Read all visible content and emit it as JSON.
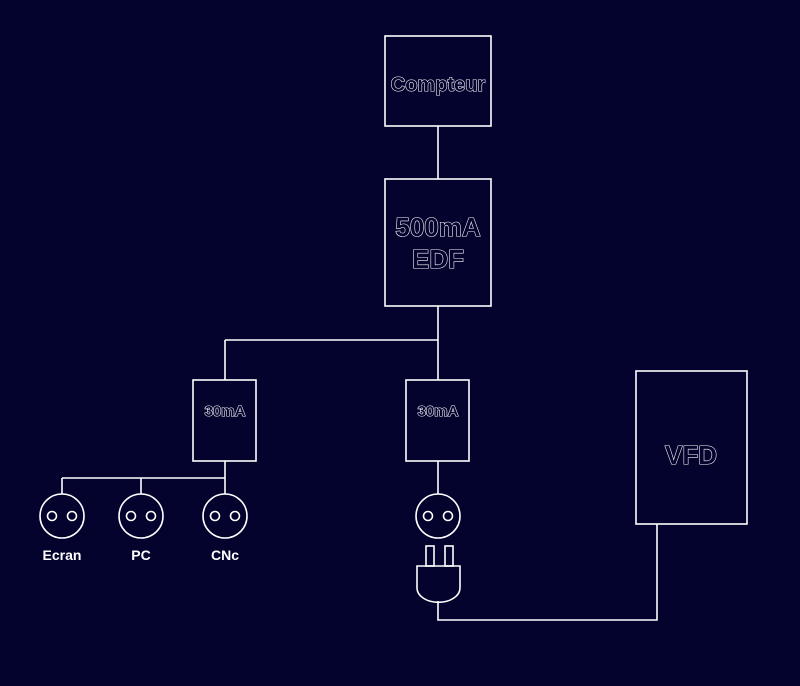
{
  "colors": {
    "background": "#03032e",
    "line": "#ffffff"
  },
  "boxes": {
    "compteur": {
      "label": "Compteur"
    },
    "main_breaker": {
      "line1": "500mA",
      "line2": "EDF"
    },
    "rcd_left": {
      "label": "30mA"
    },
    "rcd_right": {
      "label": "30mA"
    },
    "vfd": {
      "label": "VFD"
    }
  },
  "sockets": [
    {
      "label": "Ecran"
    },
    {
      "label": "PC"
    },
    {
      "label": "CNc"
    },
    {
      "label": ""
    }
  ],
  "icons": {
    "socket": "socket-icon",
    "plug": "plug-icon"
  }
}
